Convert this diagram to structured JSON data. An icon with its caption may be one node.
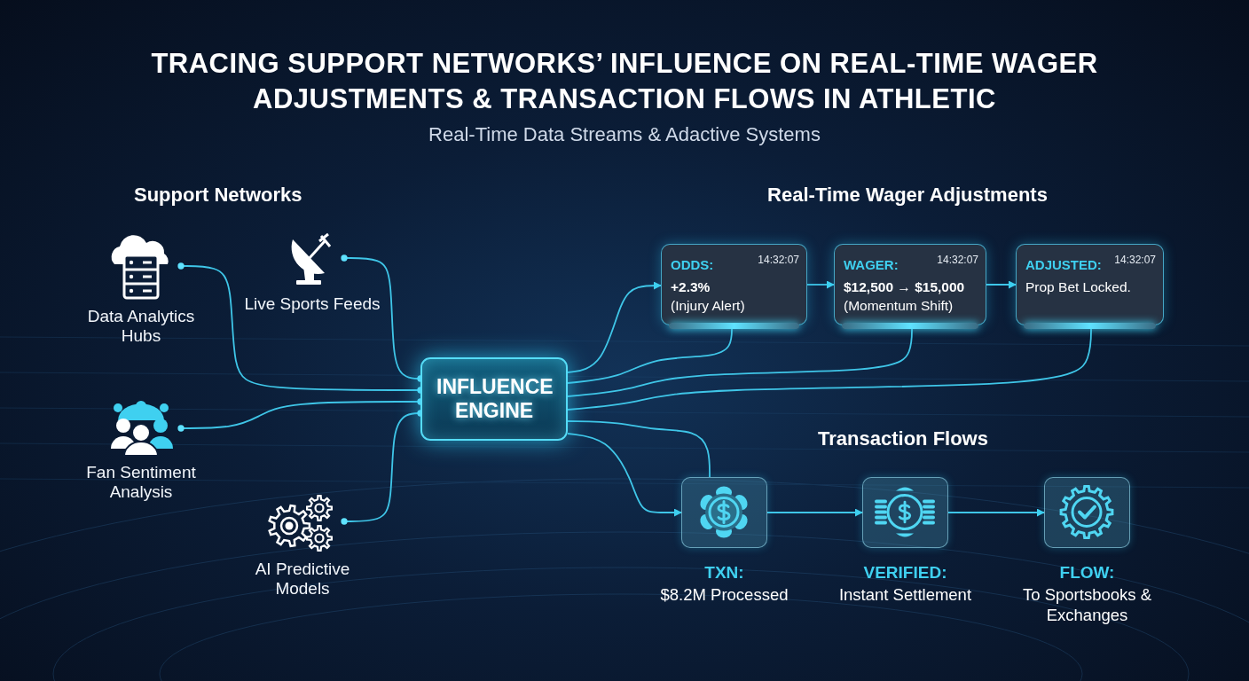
{
  "diagram": {
    "title": "TRACING SUPPORT NETWORKS’ INFLUENCE ON REAL-TIME WAGER ADJUSTMENTS & TRANSACTION FLOWS IN ATHLETIC",
    "nodes": [
      {
        "text": [
          "Data Analytics Hubs"
        ]
      },
      {
        "text": [
          "Live Sports Feeds"
        ]
      },
      {
        "text": [
          "Fan Sentiment Analysis"
        ]
      },
      {
        "text": [
          "AI Predictive Models"
        ]
      },
      {
        "text": [
          "INFLUENCE ENGINE"
        ]
      },
      {
        "text": [
          "ODDS:",
          "14:32:07",
          "+2.3%",
          "(Injury Alert)"
        ]
      },
      {
        "text": [
          "WAGER:",
          "14:32:07",
          "$12,500 → $15,000",
          "(Momentum Shift)"
        ]
      },
      {
        "text": [
          "ADJUSTED:",
          "14:32:07",
          "Prop Bet Locked."
        ]
      },
      {
        "text": [
          "TXN:",
          "$8.2M Processed"
        ]
      },
      {
        "text": [
          "VERIFIED:",
          "Instant Settlement"
        ]
      },
      {
        "text": [
          "FLOW:",
          "To Sportsbooks & Exchanges"
        ]
      }
    ],
    "edges": [
      {
        "from": 0,
        "to": 4,
        "arrow": "other"
      },
      {
        "from": 1,
        "to": 4,
        "arrow": "other"
      },
      {
        "from": 2,
        "to": 4,
        "arrow": "other"
      },
      {
        "from": 3,
        "to": 4,
        "arrow": "other"
      },
      {
        "from": 4,
        "to": 5,
        "arrow": "to"
      },
      {
        "from": 5,
        "to": 6,
        "arrow": "to"
      },
      {
        "from": 6,
        "to": 7,
        "arrow": "to"
      },
      {
        "from": 4,
        "to": 5,
        "arrow": "none"
      },
      {
        "from": 4,
        "to": 6,
        "arrow": "none"
      },
      {
        "from": 4,
        "to": 7,
        "arrow": "none"
      },
      {
        "from": 4,
        "to": 8,
        "arrow": "none"
      },
      {
        "from": 4,
        "to": 8,
        "arrow": "to"
      },
      {
        "from": 8,
        "to": 9,
        "arrow": "to"
      },
      {
        "from": 9,
        "to": 10,
        "arrow": "to"
      }
    ],
    "labels": [
      "Real-Time Data Streams & Adactive Systems",
      "Support Networks",
      "Real-Time Wager Adjustments",
      "Transaction Flows"
    ]
  }
}
